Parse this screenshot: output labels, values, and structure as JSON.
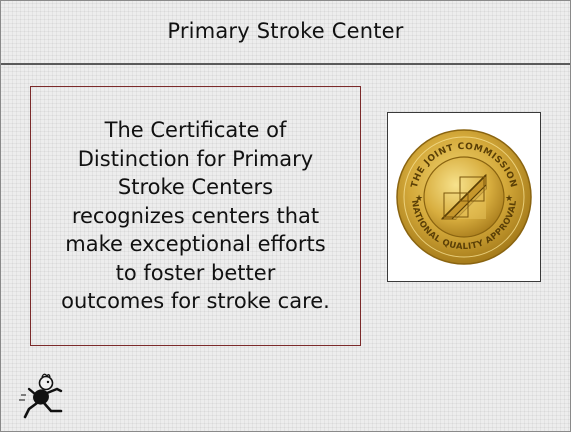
{
  "slide": {
    "title": "Primary Stroke Center",
    "body": "The Certificate of\nDistinction for Primary\nStroke Centers\nrecognizes centers that\nmake exceptional efforts\nto foster better\noutcomes for stroke care."
  },
  "seal": {
    "top_text": "THE JOINT COMMISSION",
    "bottom_text": "NATIONAL QUALITY APPROVAL",
    "gold_color": "#c9a227",
    "icon": "joint-commission-seal"
  },
  "mascot": {
    "icon": "running-figure-icon"
  }
}
